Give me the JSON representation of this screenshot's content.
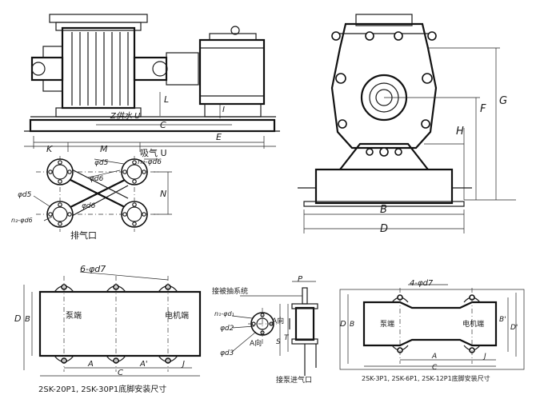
{
  "pump_side_view": {
    "water_inlet_label": "Z供水 U",
    "dims": {
      "L": "L",
      "C": "C",
      "E": "E",
      "K": "K",
      "M": "M",
      "I": "I"
    }
  },
  "flange_plan_view": {
    "suction_label": "吸气 U",
    "exhaust_label": "排气口",
    "dims": {
      "d5_top": "φd5",
      "n_d6": "n₂-φd6",
      "d6_mid": "φd6",
      "d5_left": "φd5",
      "n2_d6": "n₂-φd6",
      "N": "N"
    }
  },
  "front_view": {
    "dims": {
      "F": "F",
      "G": "G",
      "H": "H",
      "B": "B",
      "D": "D"
    }
  },
  "base_plan_20_30": {
    "bolt_label": "6-φd7",
    "pump_end": "泵端",
    "motor_end": "电机端",
    "dims": {
      "D": "D",
      "B": "B",
      "A": "A",
      "A_prime": "A'",
      "J": "J",
      "C": "C"
    },
    "caption": "2SK-20P1, 2SK-30P1底脚安装尺寸"
  },
  "flange_detail": {
    "top_label": "接被抽系统",
    "bottom_label": "接泵进气口",
    "dims": {
      "P": "P",
      "n1_d1": "n₁-φd₁",
      "d2": "φd2",
      "d3": "φd3",
      "A_dir": "A向",
      "S": "S",
      "T": "T"
    }
  },
  "base_plan_3_12": {
    "bolt_label": "4-φd7",
    "pump_end": "泵端",
    "motor_end": "电机端",
    "dims": {
      "D": "D",
      "B": "B",
      "A": "A",
      "J": "J",
      "C": "C",
      "B_prime": "B'",
      "D_prime": "D'"
    },
    "caption": "2SK-3P1, 2SK-6P1, 2SK-12P1底脚安装尺寸"
  }
}
